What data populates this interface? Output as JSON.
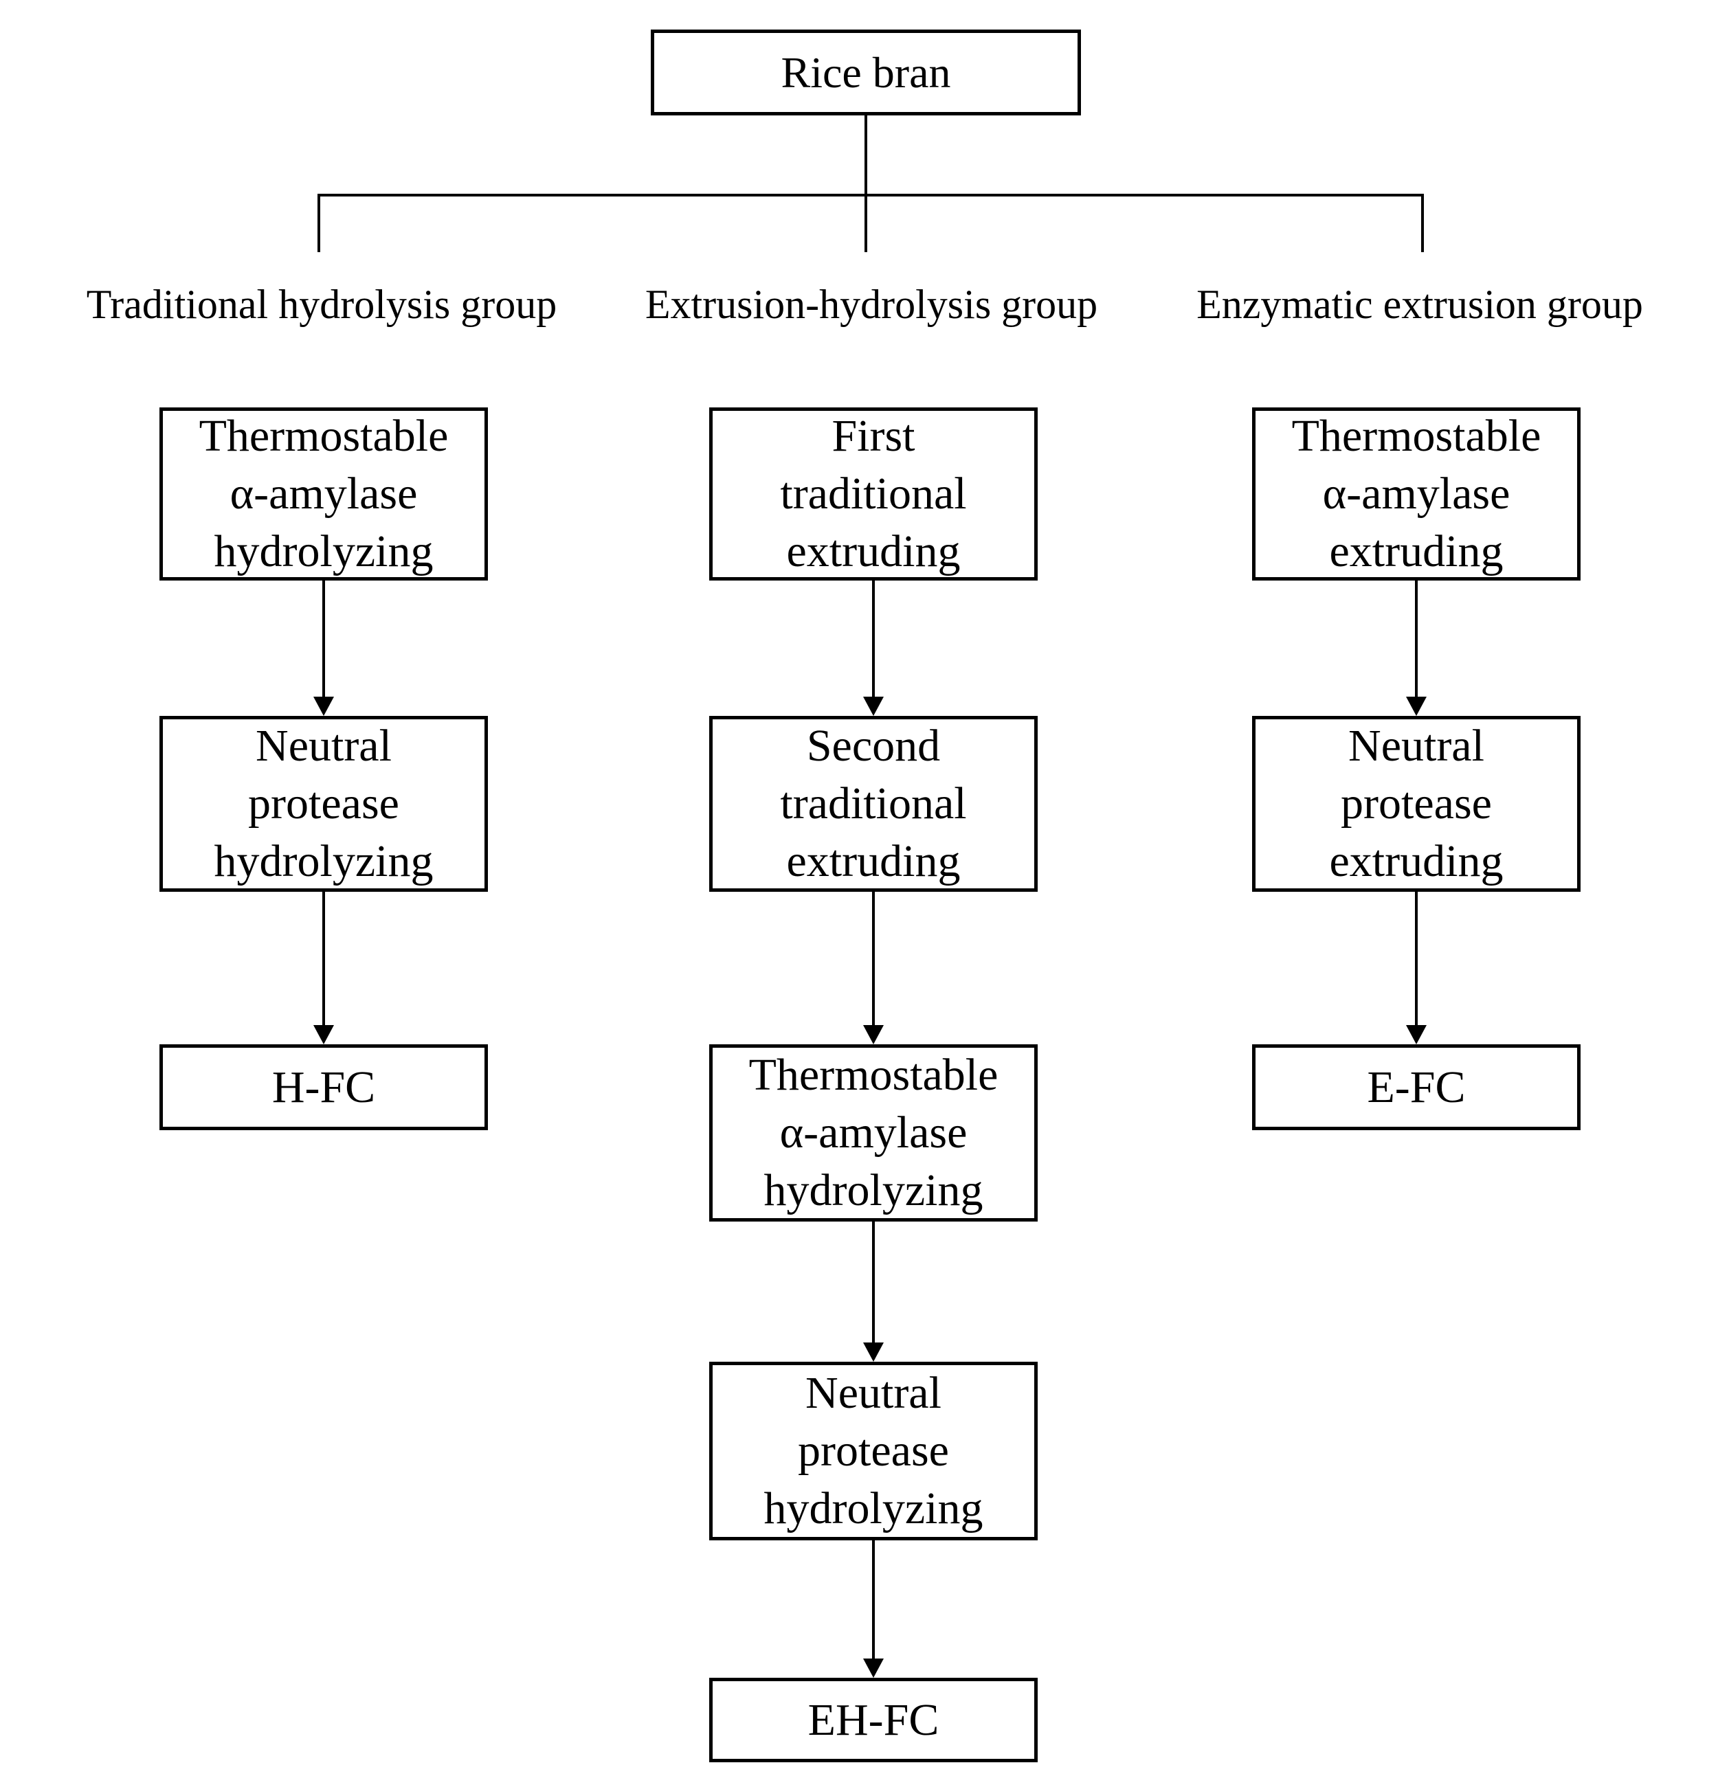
{
  "colors": {
    "background": "#ffffff",
    "line": "#000000",
    "text": "#000000"
  },
  "flowchart": {
    "root": {
      "label": "Rice bran"
    },
    "groups": [
      {
        "label": "Traditional hydrolysis group",
        "steps": [
          {
            "text": "Thermostable\nα-amylase\nhydrolyzing"
          },
          {
            "text": "Neutral\nprotease\nhydrolyzing"
          },
          {
            "text": "H-FC"
          }
        ]
      },
      {
        "label": "Extrusion-hydrolysis group",
        "steps": [
          {
            "text": "First\ntraditional\nextruding"
          },
          {
            "text": "Second\ntraditional\nextruding"
          },
          {
            "text": "Thermostable\nα-amylase\nhydrolyzing"
          },
          {
            "text": "Neutral\nprotease\nhydrolyzing"
          },
          {
            "text": "EH-FC"
          }
        ]
      },
      {
        "label": "Enzymatic extrusion group",
        "steps": [
          {
            "text": "Thermostable\nα-amylase\nextruding"
          },
          {
            "text": "Neutral\nprotease\nextruding"
          },
          {
            "text": "E-FC"
          }
        ]
      }
    ]
  }
}
